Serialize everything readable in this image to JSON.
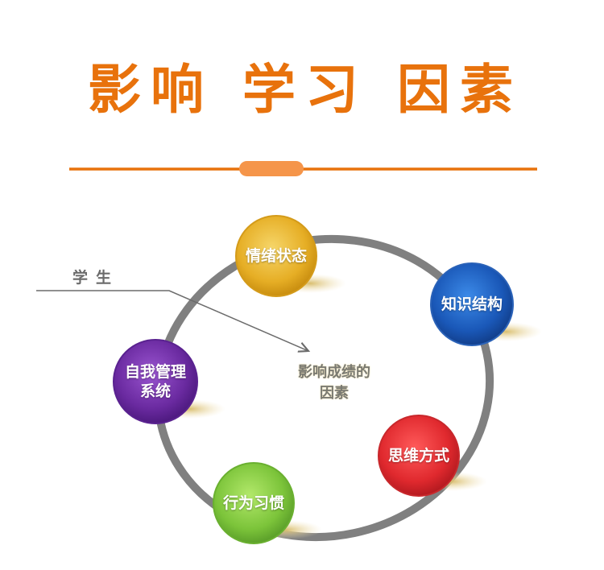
{
  "title": {
    "chars": [
      "影",
      "响",
      "学",
      "习",
      "因",
      "素"
    ],
    "text": "影响学习因素",
    "color": "#E8720C"
  },
  "divider": {
    "line_color": "#E8720C",
    "pill_color": "#F5954A"
  },
  "student_label": "学生",
  "center_label": {
    "line1": "影响成绩的",
    "line2": "因素"
  },
  "ring_color": "#808080",
  "factors": [
    {
      "id": "emotion",
      "label": "情绪状态",
      "color": "#E8B42A"
    },
    {
      "id": "knowledge",
      "label": "知识结构",
      "color": "#1F5FC0"
    },
    {
      "id": "self-management",
      "label_line1": "自我管理",
      "label_line2": "系统",
      "color": "#6A2AA0"
    },
    {
      "id": "thinking",
      "label": "思维方式",
      "color": "#E0292E"
    },
    {
      "id": "behavior",
      "label": "行为习惯",
      "color": "#7CC43A"
    }
  ]
}
